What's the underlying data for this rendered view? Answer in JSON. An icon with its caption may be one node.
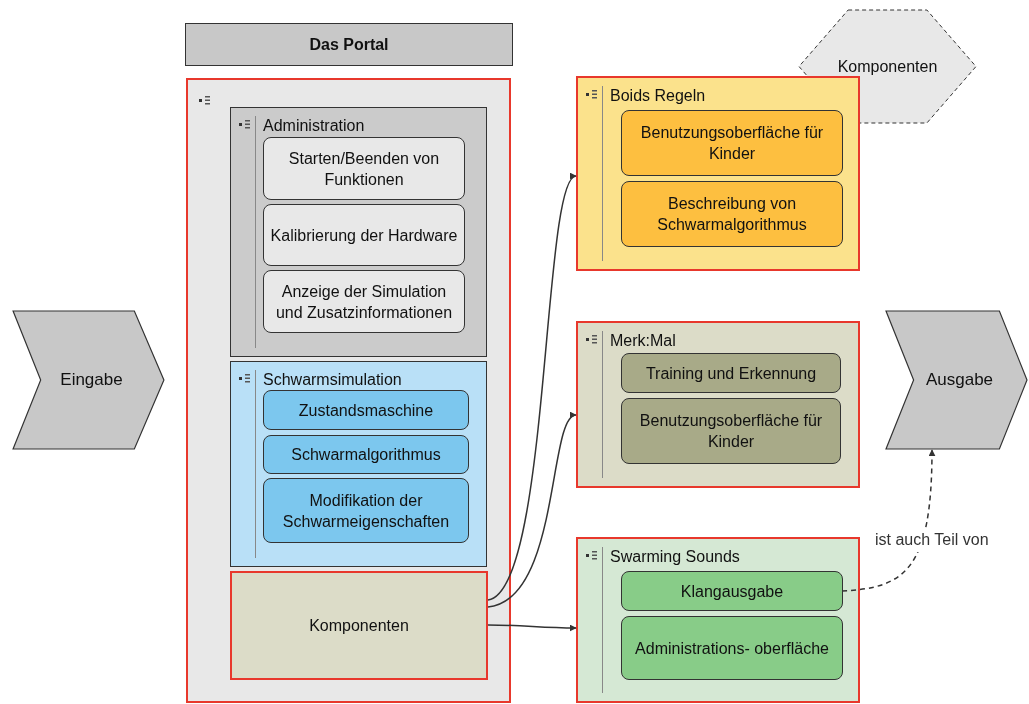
{
  "diagram": {
    "nodes": [
      {
        "text": [
          "Eingabe"
        ]
      },
      {
        "text": [
          "Das Portal"
        ]
      },
      {
        "text": [],
        "shape": "box"
      },
      {
        "text": [
          "Administration"
        ],
        "in": 2
      },
      {
        "text": [
          "Starten/Beenden von Funktionen"
        ],
        "in": 3
      },
      {
        "text": [
          "Kalibrierung der Hardware"
        ],
        "in": 3
      },
      {
        "text": [
          "Anzeige der Simulation und Zusatzinformationen"
        ],
        "in": 3
      },
      {
        "text": [
          "Schwarmsimulation"
        ],
        "in": 2
      },
      {
        "text": [
          "Zustandsmaschine"
        ],
        "in": 7
      },
      {
        "text": [
          "Schwarmalgorithmus"
        ],
        "in": 7
      },
      {
        "text": [
          "Modifikation der Schwarmeigenschaften"
        ],
        "in": 7
      },
      {
        "text": [
          "Komponenten"
        ],
        "in": 2
      },
      {
        "text": [
          "Komponenten"
        ]
      },
      {
        "text": [
          "Boids Regeln"
        ]
      },
      {
        "text": [
          "Benutzungsoberfläche für Kinder"
        ],
        "in": 13
      },
      {
        "text": [
          "Beschreibung von Schwarmalgorithmus"
        ],
        "in": 13
      },
      {
        "text": [
          "Merk:Mal"
        ]
      },
      {
        "text": [
          "Training und Erkennung"
        ],
        "in": 16
      },
      {
        "text": [
          "Benutzungsoberfläche für Kinder"
        ],
        "in": 16
      },
      {
        "text": [
          "Swarming Sounds"
        ]
      },
      {
        "text": [
          "Klangausgabe"
        ],
        "in": 19
      },
      {
        "text": [
          "Administrations- oberfläche"
        ],
        "in": 19
      },
      {
        "text": [
          "Ausgabe"
        ]
      }
    ],
    "edges": [
      {
        "from": 11,
        "to": 13,
        "arrow": "to"
      },
      {
        "from": 11,
        "to": 16,
        "arrow": "to"
      },
      {
        "from": 11,
        "to": 19,
        "arrow": "to"
      },
      {
        "from": 20,
        "to": 22,
        "arrow": "to",
        "label": "ist auch Teil von",
        "style": "dashed"
      }
    ]
  }
}
